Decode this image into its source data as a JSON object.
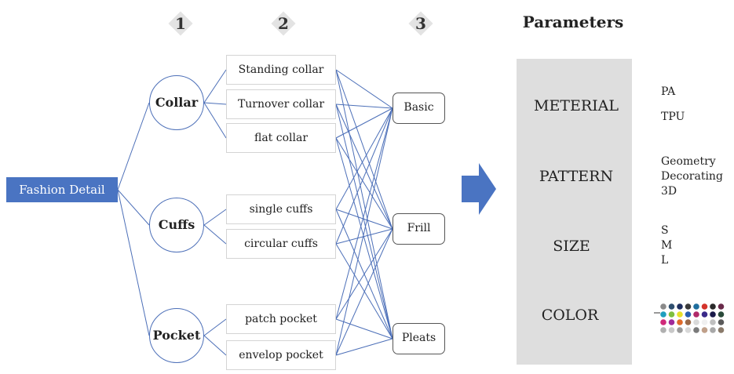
{
  "step_markers": [
    "1",
    "2",
    "3"
  ],
  "parameters_title": "Parameters",
  "root": {
    "label": "Fashion Detail"
  },
  "categories": [
    {
      "label": "Collar",
      "items": [
        "Standing collar",
        "Turnover collar",
        "flat collar"
      ]
    },
    {
      "label": "Cuffs",
      "items": [
        "single cuffs",
        "circular cuffs"
      ]
    },
    {
      "label": "Pocket",
      "items": [
        "patch pocket",
        "envelop pocket"
      ]
    }
  ],
  "styles": [
    "Basic",
    "Frill",
    "Pleats"
  ],
  "parameters": [
    {
      "name": "METERIAL",
      "values": [
        "PA",
        "TPU"
      ]
    },
    {
      "name": "PATTERN",
      "values": [
        "Geometry",
        "Decorating",
        "3D"
      ]
    },
    {
      "name": "SIZE",
      "values": [
        "S",
        "M",
        "L"
      ]
    },
    {
      "name": "COLOR",
      "values": []
    }
  ],
  "colors": {
    "accent_blue": "#4a74c2",
    "link_blue": "#4c6fb8",
    "panel_gray": "#dedede",
    "swatch_palette": [
      [
        "#8a8a8a",
        "#2f4f6f",
        "#1f2f5f",
        "#3a3a3a",
        "#1e6e9e",
        "#d4342c",
        "#2a2a2a",
        "#6a2a4a"
      ],
      [
        "#1f9fbf",
        "#7fbf3f",
        "#e8e02a",
        "#2a5faf",
        "#b02a6a",
        "#3a2a8a",
        "#1a1a4a",
        "#2a4a3a"
      ],
      [
        "#d02a7a",
        "#a02a9a",
        "#e06a2a",
        "#9a6a4a",
        "#dadada",
        "#f0f0f0",
        "#c0c0c0",
        "#5a5a5a"
      ],
      [
        "#b0b0b0",
        "#c8c8c8",
        "#9a9a9a",
        "#d8d8d8",
        "#7a7a7a",
        "#c0a08a",
        "#a8a8a8",
        "#8a7a6a"
      ]
    ]
  }
}
